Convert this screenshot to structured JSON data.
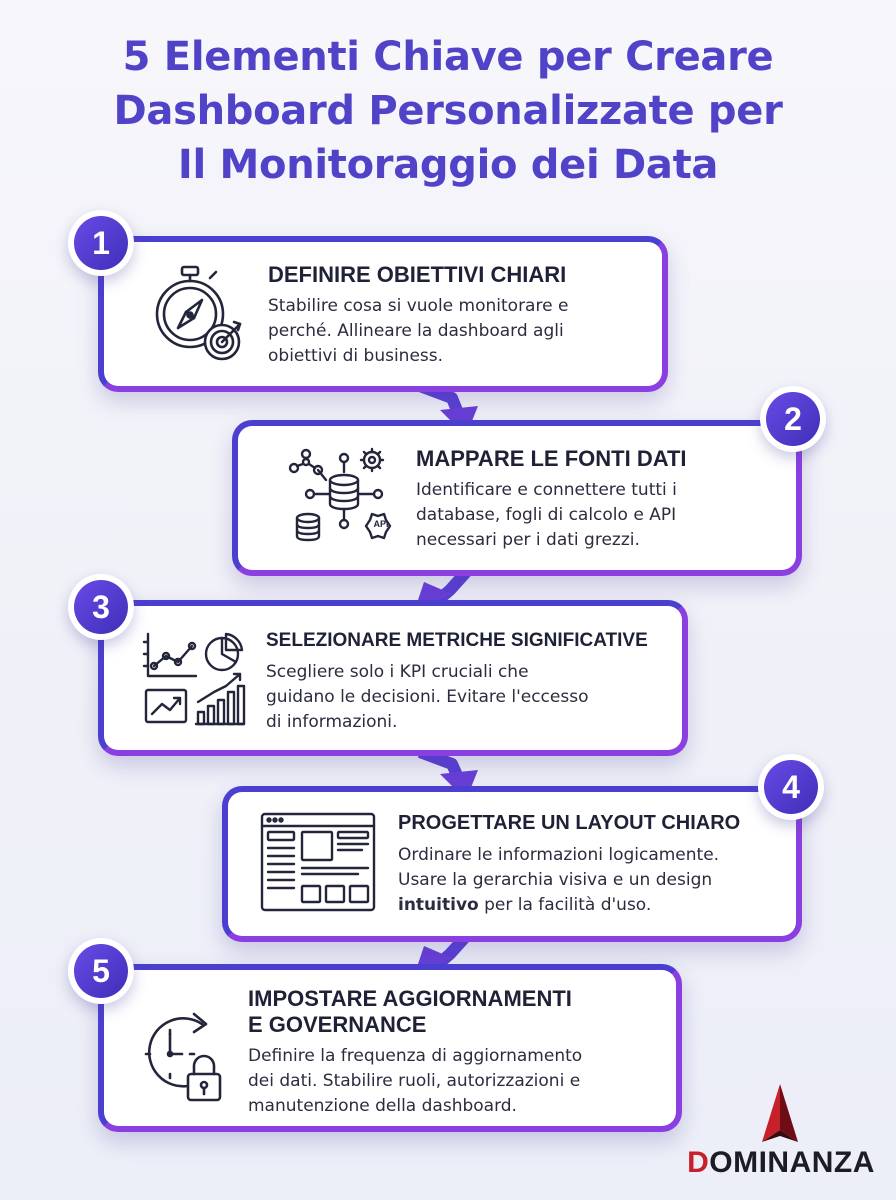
{
  "title": {
    "lines": [
      "5 Elementi Chiave per Creare",
      "Dashboard Personalizzate per",
      "Il Monitoraggio dei Data"
    ]
  },
  "steps": [
    {
      "number": "1",
      "title": "DEFINIRE OBIETTIVI CHIARI",
      "desc": [
        "Stabilire cosa si vuole monitorare e",
        "perché. Allineare la dashboard agli",
        "obiettivi di business."
      ],
      "icon": "compass-target-icon"
    },
    {
      "number": "2",
      "title": "MAPPARE LE FONTI DATI",
      "desc": [
        "Identificare e connettere tutti i",
        "database, fogli di calcolo e API",
        "necessari per i dati grezzi."
      ],
      "icon": "data-sources-network-icon"
    },
    {
      "number": "3",
      "title": "SELEZIONARE METRICHE SIGNIFICATIVE",
      "desc": [
        "Scegliere solo i KPI cruciali che",
        "guidano le decisioni. Evitare l'eccesso",
        "di informazioni."
      ],
      "icon": "metrics-charts-icon"
    },
    {
      "number": "4",
      "title": "PROGETTARE UN LAYOUT CHIARO",
      "desc": [
        "Ordinare le informazioni logicamente.",
        "Usare la gerarchia visiva e un design",
        "intuitivo per la facilità d'uso."
      ],
      "icon": "dashboard-layout-icon"
    },
    {
      "number": "5",
      "title_lines": [
        "IMPOSTARE AGGIORNAMENTI",
        "E GOVERNANCE"
      ],
      "desc": [
        "Definire la frequenza di aggiornamento",
        "dei dati. Stabilire ruoli, autorizzazioni e",
        "manutenzione della dashboard."
      ],
      "icon": "clock-lock-icon"
    }
  ],
  "icon_labels": {
    "api": "API"
  },
  "brand": {
    "name_first": "D",
    "name_rest": "OMINANZA"
  },
  "colors": {
    "title": "#5143c8",
    "card_border_start": "#4b3fd0",
    "card_border_end": "#8b3fe0",
    "badge": "#4a36c8",
    "text": "#1f2236",
    "brand_red": "#c8202a"
  }
}
